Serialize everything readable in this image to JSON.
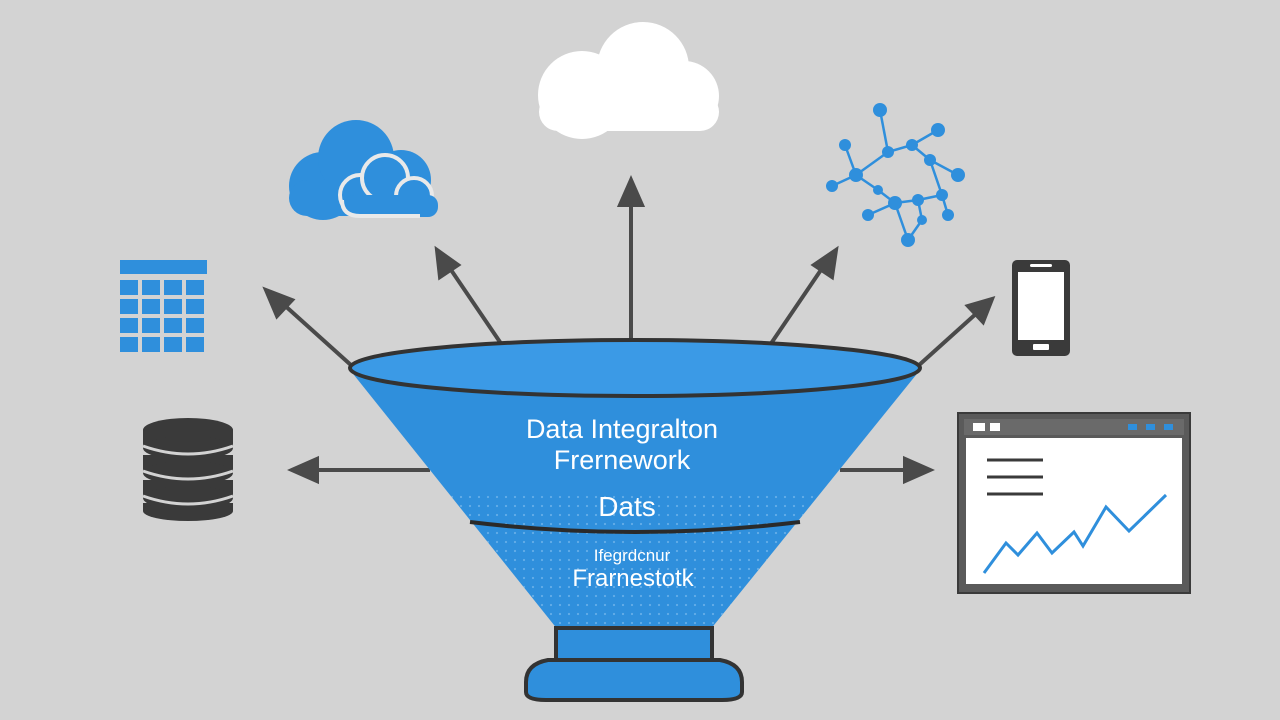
{
  "funnel": {
    "title_line1": "Data Integralton",
    "title_line2": "Frernework",
    "middle_label": "Dats",
    "lower_small": "Ifegrdcnur",
    "lower_label": "Frarnestotk"
  },
  "icons": {
    "top_cloud": "cloud-icon",
    "cloud_storage": "cloud-storage-icon",
    "network": "network-graph-icon",
    "spreadsheet": "spreadsheet-icon",
    "mobile": "mobile-phone-icon",
    "database": "database-icon",
    "dashboard": "dashboard-chart-icon"
  },
  "colors": {
    "background": "#d3d3d3",
    "funnel_blue": "#2f8fdc",
    "funnel_rim": "#3b9ae6",
    "outline": "#333333",
    "arrow": "#4a4a4a",
    "icon_blue": "#2f8fdc",
    "icon_dark": "#3a3a3a",
    "cloud_white": "#ffffff"
  }
}
